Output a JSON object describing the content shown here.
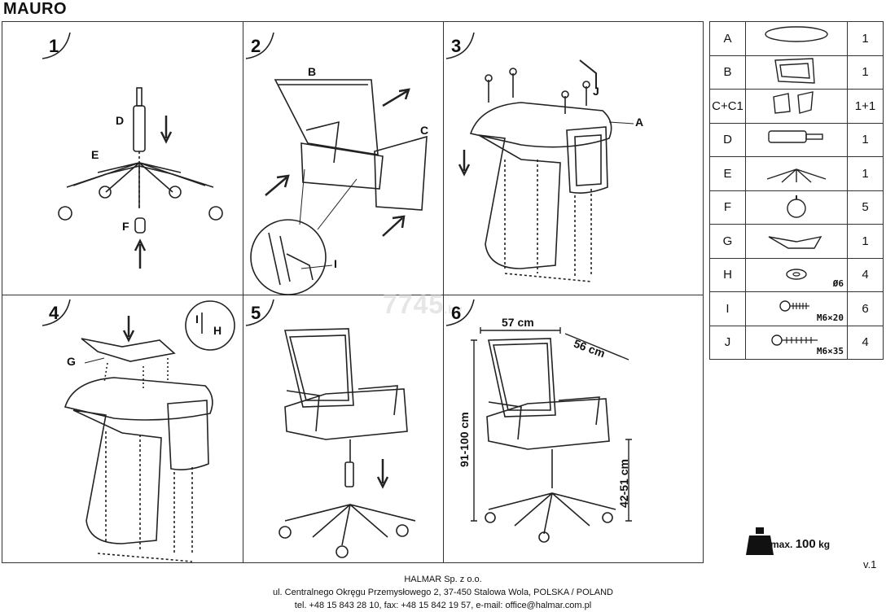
{
  "header": {
    "title": "MAURO"
  },
  "steps": {
    "s1": {
      "num": "1",
      "labels": [
        "D",
        "E",
        "F"
      ]
    },
    "s2": {
      "num": "2",
      "labels": [
        "B",
        "C",
        "I"
      ]
    },
    "s3": {
      "num": "3",
      "labels": [
        "J",
        "A"
      ]
    },
    "s4": {
      "num": "4",
      "labels": [
        "G",
        "I",
        "H"
      ]
    },
    "s5": {
      "num": "5"
    },
    "s6": {
      "num": "6",
      "width": "57 cm",
      "depth": "56 cm",
      "height": "91-100 cm",
      "seat_height": "42-51 cm"
    }
  },
  "parts": [
    {
      "letter": "A",
      "icon": "seat-plate-icon",
      "qty": "1",
      "spec": ""
    },
    {
      "letter": "B",
      "icon": "backrest-icon",
      "qty": "1",
      "spec": ""
    },
    {
      "letter": "C+C1",
      "icon": "armrests-icon",
      "qty": "1+1",
      "spec": ""
    },
    {
      "letter": "D",
      "icon": "gas-lift-icon",
      "qty": "1",
      "spec": ""
    },
    {
      "letter": "E",
      "icon": "star-base-icon",
      "qty": "1",
      "spec": ""
    },
    {
      "letter": "F",
      "icon": "castor-icon",
      "qty": "5",
      "spec": ""
    },
    {
      "letter": "G",
      "icon": "mechanism-icon",
      "qty": "1",
      "spec": ""
    },
    {
      "letter": "H",
      "icon": "washer-icon",
      "qty": "4",
      "spec": "Ø6"
    },
    {
      "letter": "I",
      "icon": "short-bolt-icon",
      "qty": "6",
      "spec": "M6×20"
    },
    {
      "letter": "J",
      "icon": "long-bolt-icon",
      "qty": "4",
      "spec": "M6×35"
    }
  ],
  "max_load": {
    "prefix": "max.",
    "value": "100",
    "unit": "kg"
  },
  "version": "v.1",
  "watermark": {
    "text": "7745",
    "suffix": ".by"
  },
  "footer": {
    "company": "HALMAR Sp. z o.o.",
    "address": "ul. Centralnego Okręgu Przemysłowego 2, 37-450 Stalowa Wola, POLSKA / POLAND",
    "contact": "tel. +48 15 843 28 10, fax: +48 15 842 19 57, e-mail: office@halmar.com.pl"
  }
}
